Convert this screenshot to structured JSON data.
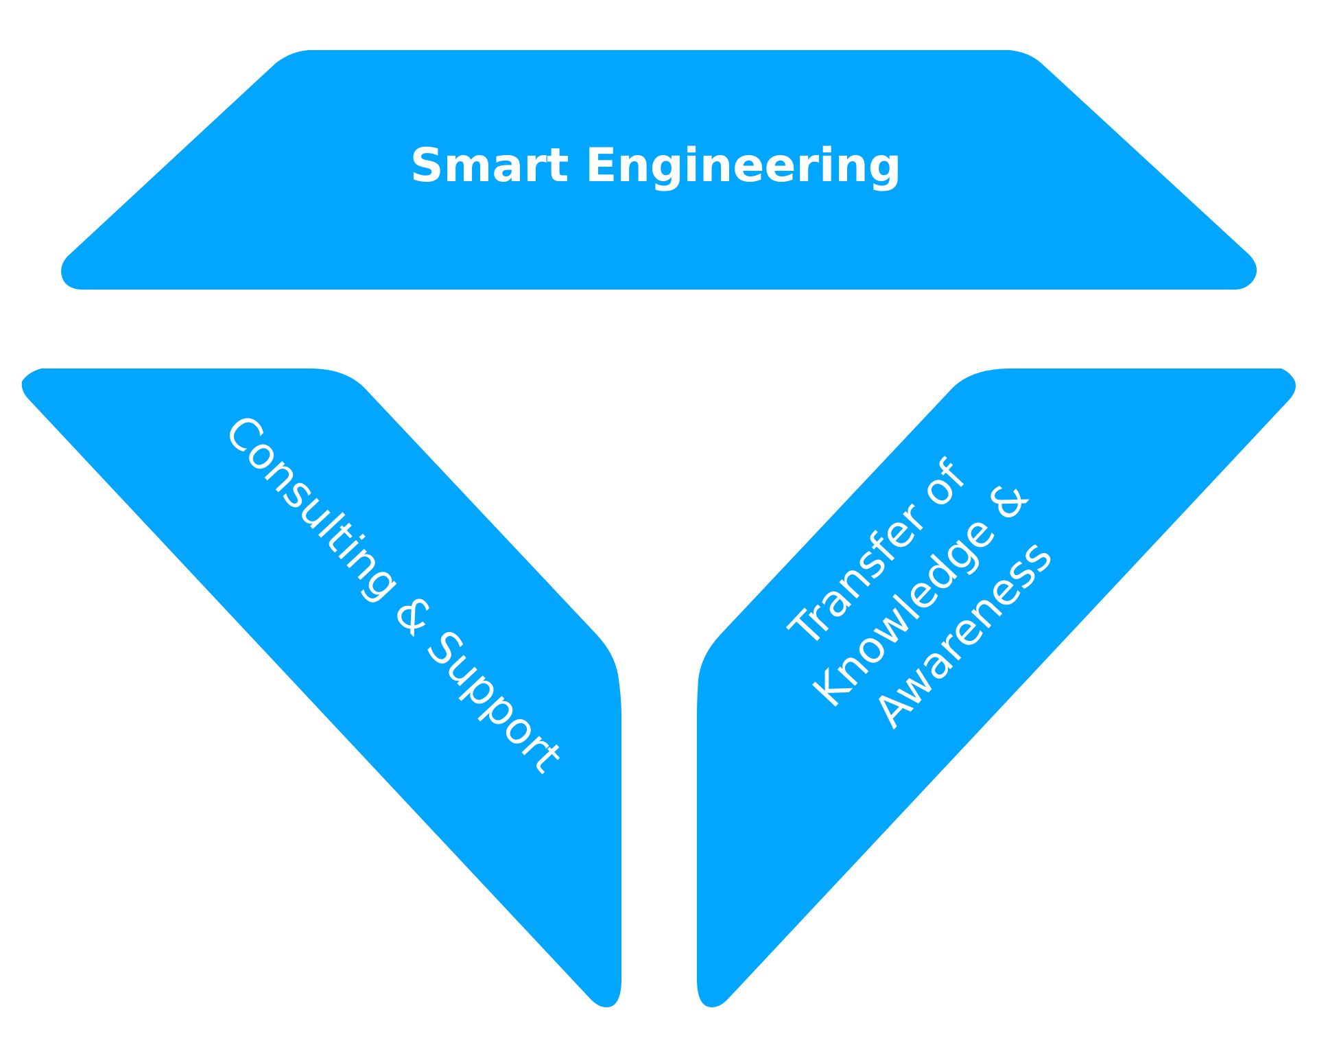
{
  "colors": {
    "segment_fill": "#03A6FF",
    "label_text": "#FFFFFF",
    "background": "#FFFFFF"
  },
  "segments": {
    "top": {
      "label": "Smart Engineering"
    },
    "left": {
      "label": "Consulting & Support"
    },
    "right": {
      "lines": [
        "Transfer of",
        "Knowledge &",
        "Awareness"
      ]
    }
  }
}
